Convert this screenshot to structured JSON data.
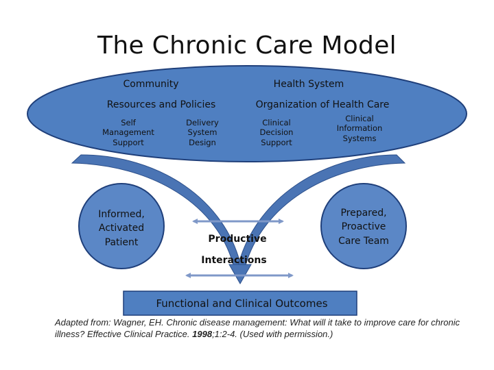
{
  "title": "The Chronic Care Model",
  "community": {
    "heading": "Community",
    "subheading": "Resources and Policies",
    "items": [
      "Self Management Support",
      "Delivery System Design"
    ]
  },
  "health_system": {
    "heading": "Health System",
    "subheading": "Organization of Health Care",
    "items": [
      "Clinical Decision Support",
      "Clinical Information Systems"
    ]
  },
  "patient": "Informed, Activated Patient",
  "care_team": "Prepared, Proactive Care Team",
  "interactions": {
    "line1": "Productive",
    "line2": "Interactions"
  },
  "outcomes": "Functional and Clinical Outcomes",
  "citation": {
    "prefix": "Adapted from: Wagner, EH. Chronic disease management: What will it take to improve care for chronic illness?  Effective Clinical Practice. ",
    "year": "1998",
    "suffix": ";1:2-4.  (Used with permission.)"
  },
  "colors": {
    "ellipse_fill": "#4f7fc1",
    "ellipse_stroke": "#1f3f7a",
    "circle_fill": "#5b87c6",
    "arrow_fill": "#4a74b4",
    "outcome_fill": "#4f7fc1",
    "interaction_arrow": "#7f98c8"
  }
}
